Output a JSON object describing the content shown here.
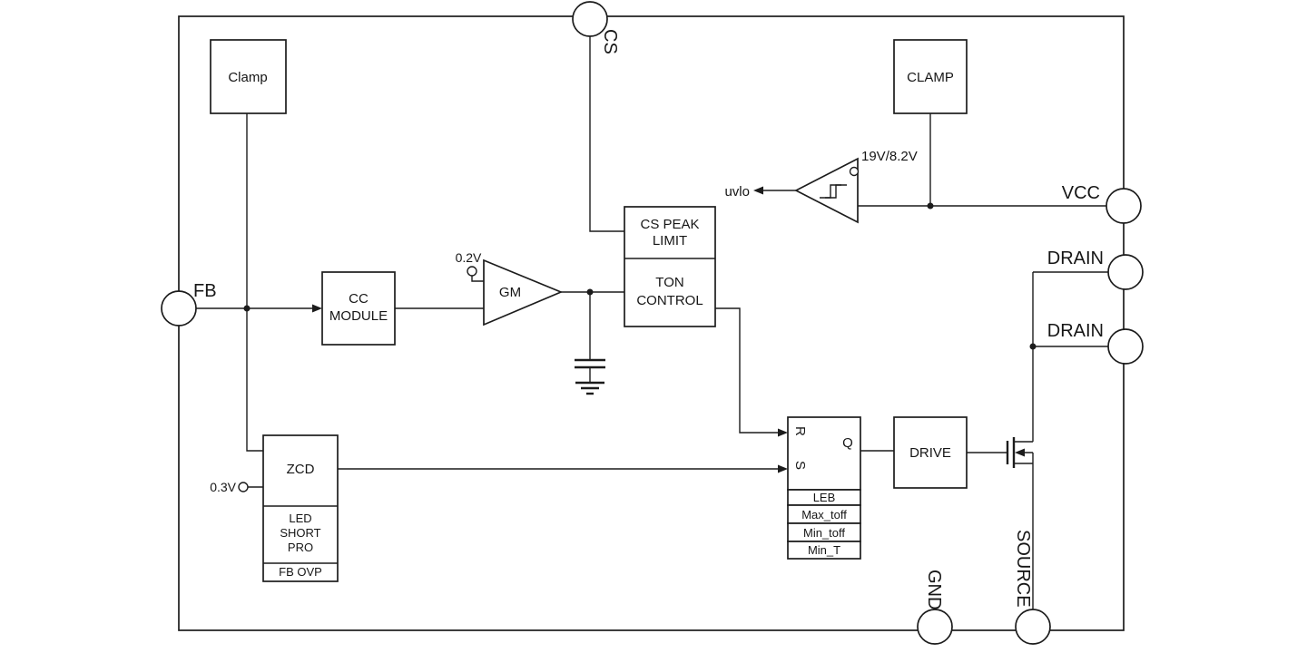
{
  "pins": {
    "cs": "CS",
    "fb": "FB",
    "vcc": "VCC",
    "drain_top": "DRAIN",
    "drain_bottom": "DRAIN",
    "gnd": "GND",
    "source": "SOURCE"
  },
  "blocks": {
    "clamp_fb": "Clamp",
    "clamp_vcc": "CLAMP",
    "cc_module_line1": "CC",
    "cc_module_line2": "MODULE",
    "gm_amp": "GM",
    "cs_peak_line1": "CS PEAK",
    "cs_peak_line2": "LIMIT",
    "ton_line1": "TON",
    "ton_line2": "CONTROL",
    "zcd": "ZCD",
    "led_short_line1": "LED",
    "led_short_line2": "SHORT",
    "led_short_line3": "PRO",
    "fb_ovp": "FB OVP",
    "drive": "DRIVE"
  },
  "latch": {
    "r": "R",
    "s": "S",
    "q": "Q",
    "rows": [
      "LEB",
      "Max_toff",
      "Min_toff",
      "Min_T"
    ]
  },
  "signals": {
    "uvlo": "uvlo",
    "vcc_threshold": "19V/8.2V",
    "gm_ref": "0.2V",
    "zcd_ref": "0.3V"
  }
}
